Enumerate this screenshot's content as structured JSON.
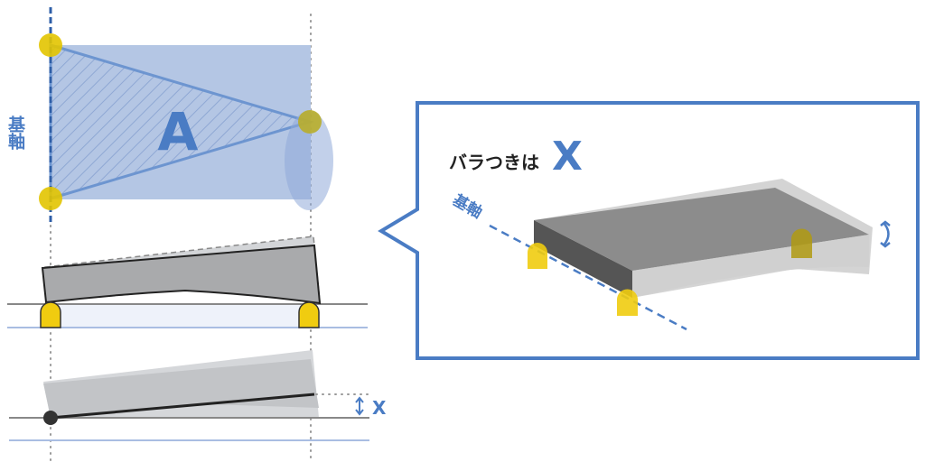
{
  "top_view": {
    "axis_label": "基軸",
    "area_label": "A"
  },
  "bottom_view": {
    "deviation_label": "X"
  },
  "callout": {
    "title": "バラつきは",
    "title_value": "X",
    "axis_label": "基軸"
  },
  "colors": {
    "accent": "#4a7cc4",
    "support": "#f0cc10",
    "plate": "#a9aaac",
    "area": "#b4c6e4"
  }
}
